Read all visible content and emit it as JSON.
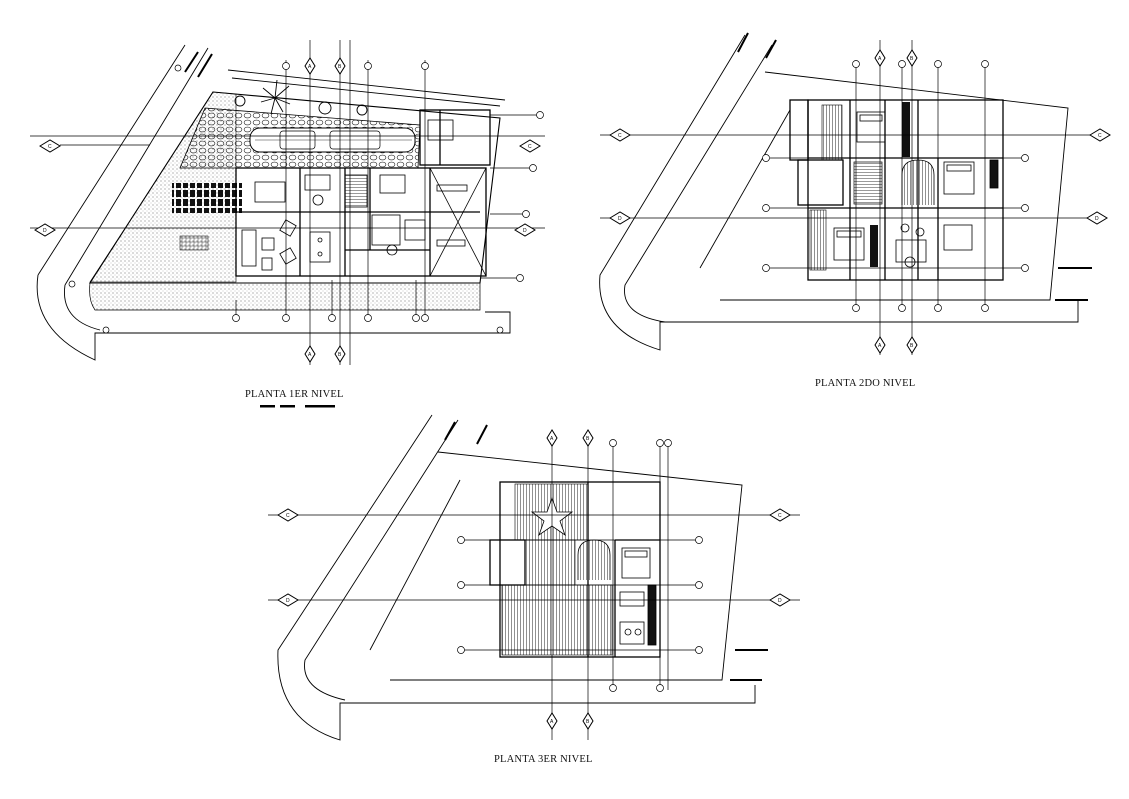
{
  "sheet": {
    "plans": [
      {
        "id": "plan-1",
        "title": "PLANTA 1ER NIVEL"
      },
      {
        "id": "plan-2",
        "title": "PLANTA 2DO NIVEL"
      },
      {
        "id": "plan-3",
        "title": "PLANTA 3ER NIVEL"
      }
    ],
    "section_marks": [
      "A",
      "B",
      "C",
      "D"
    ],
    "colors": {
      "ink": "#000000",
      "paper": "#ffffff"
    }
  }
}
